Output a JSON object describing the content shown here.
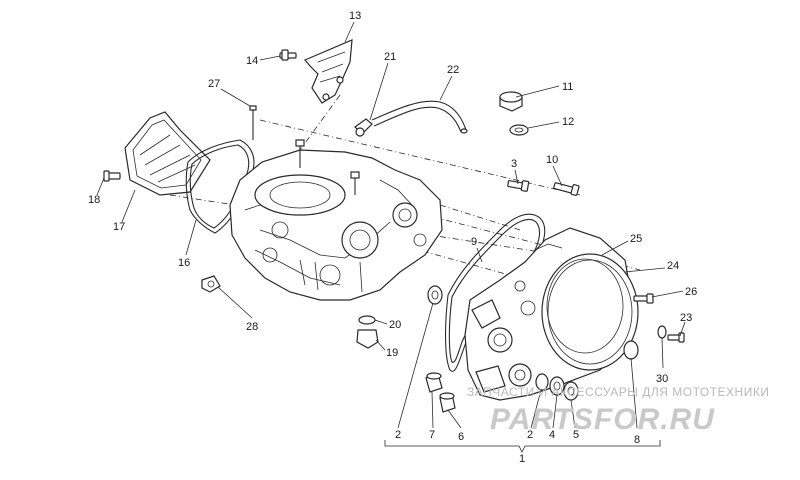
{
  "diagram": {
    "callouts": [
      {
        "id": "13",
        "text": "13"
      },
      {
        "id": "14",
        "text": "14"
      },
      {
        "id": "21",
        "text": "21"
      },
      {
        "id": "22",
        "text": "22"
      },
      {
        "id": "27",
        "text": "27"
      },
      {
        "id": "11",
        "text": "11"
      },
      {
        "id": "12",
        "text": "12"
      },
      {
        "id": "18",
        "text": "18"
      },
      {
        "id": "17",
        "text": "17"
      },
      {
        "id": "3",
        "text": "3"
      },
      {
        "id": "10",
        "text": "10"
      },
      {
        "id": "9",
        "text": "9"
      },
      {
        "id": "25",
        "text": "25"
      },
      {
        "id": "24",
        "text": "24"
      },
      {
        "id": "26",
        "text": "26"
      },
      {
        "id": "16",
        "text": "16"
      },
      {
        "id": "28",
        "text": "28"
      },
      {
        "id": "20",
        "text": "20"
      },
      {
        "id": "19",
        "text": "19"
      },
      {
        "id": "23",
        "text": "23"
      },
      {
        "id": "30",
        "text": "30"
      },
      {
        "id": "2a",
        "text": "2"
      },
      {
        "id": "7",
        "text": "7"
      },
      {
        "id": "6",
        "text": "6"
      },
      {
        "id": "2b",
        "text": "2"
      },
      {
        "id": "4",
        "text": "4"
      },
      {
        "id": "5",
        "text": "5"
      },
      {
        "id": "8",
        "text": "8"
      },
      {
        "id": "1",
        "text": "1"
      }
    ]
  },
  "watermark": {
    "caption": "ЗАПЧАСТИ И АКСЕССУАРЫ ДЛЯ МОТОТЕХНИКИ",
    "logo": "PARTSFOR.RU"
  }
}
